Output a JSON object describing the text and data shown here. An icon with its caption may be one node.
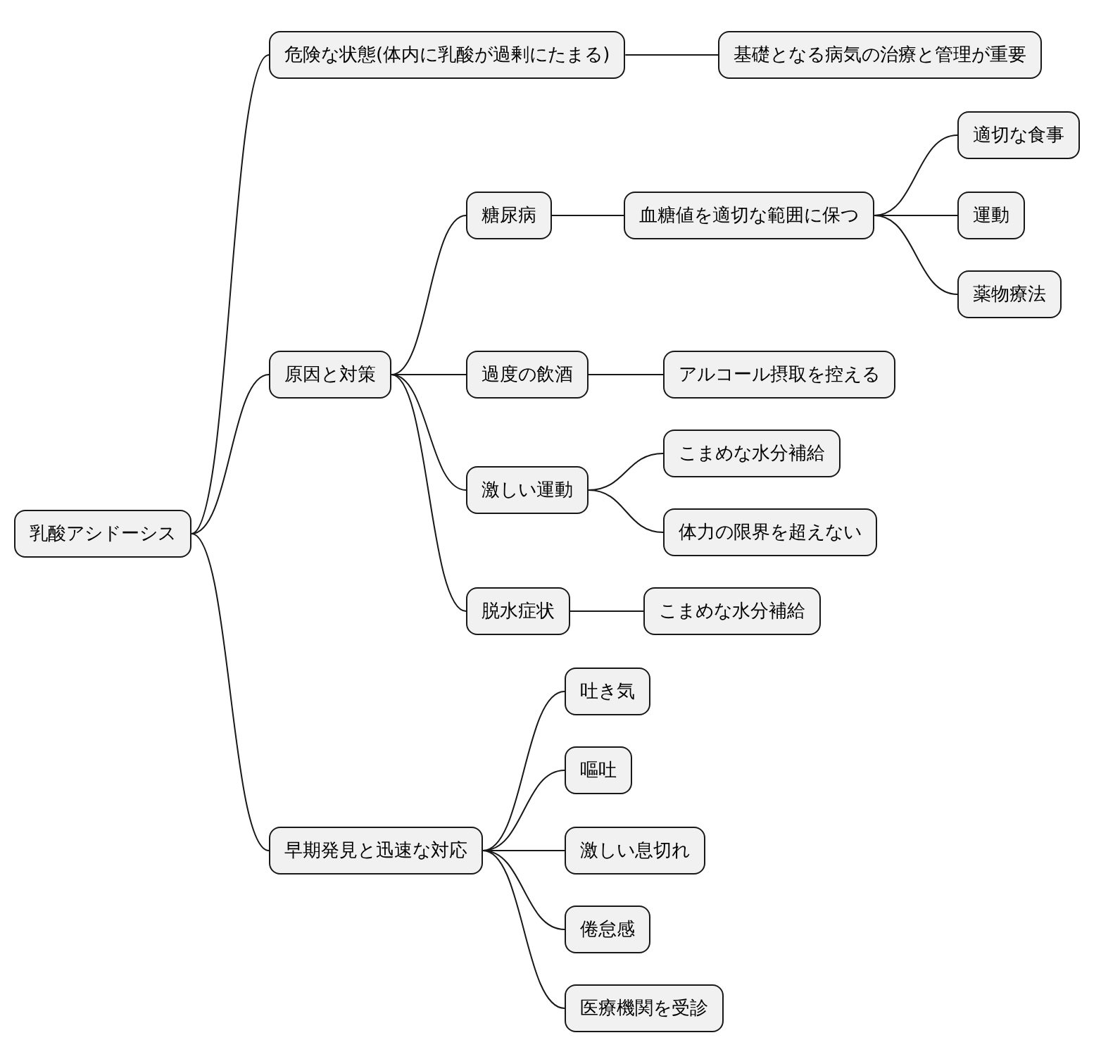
{
  "diagram": {
    "nodes": [
      {
        "text": [
          "乳酸アシドーシス"
        ]
      },
      {
        "text": [
          "危険な状態(体内に乳酸が過剰にたまる)"
        ]
      },
      {
        "text": [
          "基礎となる病気の治療と管理が重要"
        ]
      },
      {
        "text": [
          "原因と対策"
        ]
      },
      {
        "text": [
          "糖尿病"
        ]
      },
      {
        "text": [
          "血糖値を適切な範囲に保つ"
        ]
      },
      {
        "text": [
          "適切な食事"
        ]
      },
      {
        "text": [
          "運動"
        ]
      },
      {
        "text": [
          "薬物療法"
        ]
      },
      {
        "text": [
          "過度の飲酒"
        ]
      },
      {
        "text": [
          "アルコール摂取を控える"
        ]
      },
      {
        "text": [
          "激しい運動"
        ]
      },
      {
        "text": [
          "こまめな水分補給"
        ]
      },
      {
        "text": [
          "体力の限界を超えない"
        ]
      },
      {
        "text": [
          "脱水症状"
        ]
      },
      {
        "text": [
          "こまめな水分補給"
        ]
      },
      {
        "text": [
          "早期発見と迅速な対応"
        ]
      },
      {
        "text": [
          "吐き気"
        ]
      },
      {
        "text": [
          "嘔吐"
        ]
      },
      {
        "text": [
          "激しい息切れ"
        ]
      },
      {
        "text": [
          "倦怠感"
        ]
      },
      {
        "text": [
          "医療機関を受診"
        ]
      }
    ],
    "edges": [
      {
        "from": 0,
        "to": 1,
        "arrow": "none"
      },
      {
        "from": 1,
        "to": 2,
        "arrow": "none"
      },
      {
        "from": 0,
        "to": 3,
        "arrow": "none"
      },
      {
        "from": 3,
        "to": 4,
        "arrow": "none"
      },
      {
        "from": 4,
        "to": 5,
        "arrow": "none"
      },
      {
        "from": 5,
        "to": 6,
        "arrow": "none"
      },
      {
        "from": 5,
        "to": 7,
        "arrow": "none"
      },
      {
        "from": 5,
        "to": 8,
        "arrow": "none"
      },
      {
        "from": 3,
        "to": 9,
        "arrow": "none"
      },
      {
        "from": 9,
        "to": 10,
        "arrow": "none"
      },
      {
        "from": 3,
        "to": 11,
        "arrow": "none"
      },
      {
        "from": 11,
        "to": 12,
        "arrow": "none"
      },
      {
        "from": 11,
        "to": 13,
        "arrow": "none"
      },
      {
        "from": 3,
        "to": 14,
        "arrow": "none"
      },
      {
        "from": 14,
        "to": 15,
        "arrow": "none"
      },
      {
        "from": 0,
        "to": 16,
        "arrow": "none"
      },
      {
        "from": 16,
        "to": 17,
        "arrow": "none"
      },
      {
        "from": 16,
        "to": 18,
        "arrow": "none"
      },
      {
        "from": 16,
        "to": 19,
        "arrow": "none"
      },
      {
        "from": 16,
        "to": 20,
        "arrow": "none"
      },
      {
        "from": 16,
        "to": 21,
        "arrow": "none"
      }
    ]
  }
}
